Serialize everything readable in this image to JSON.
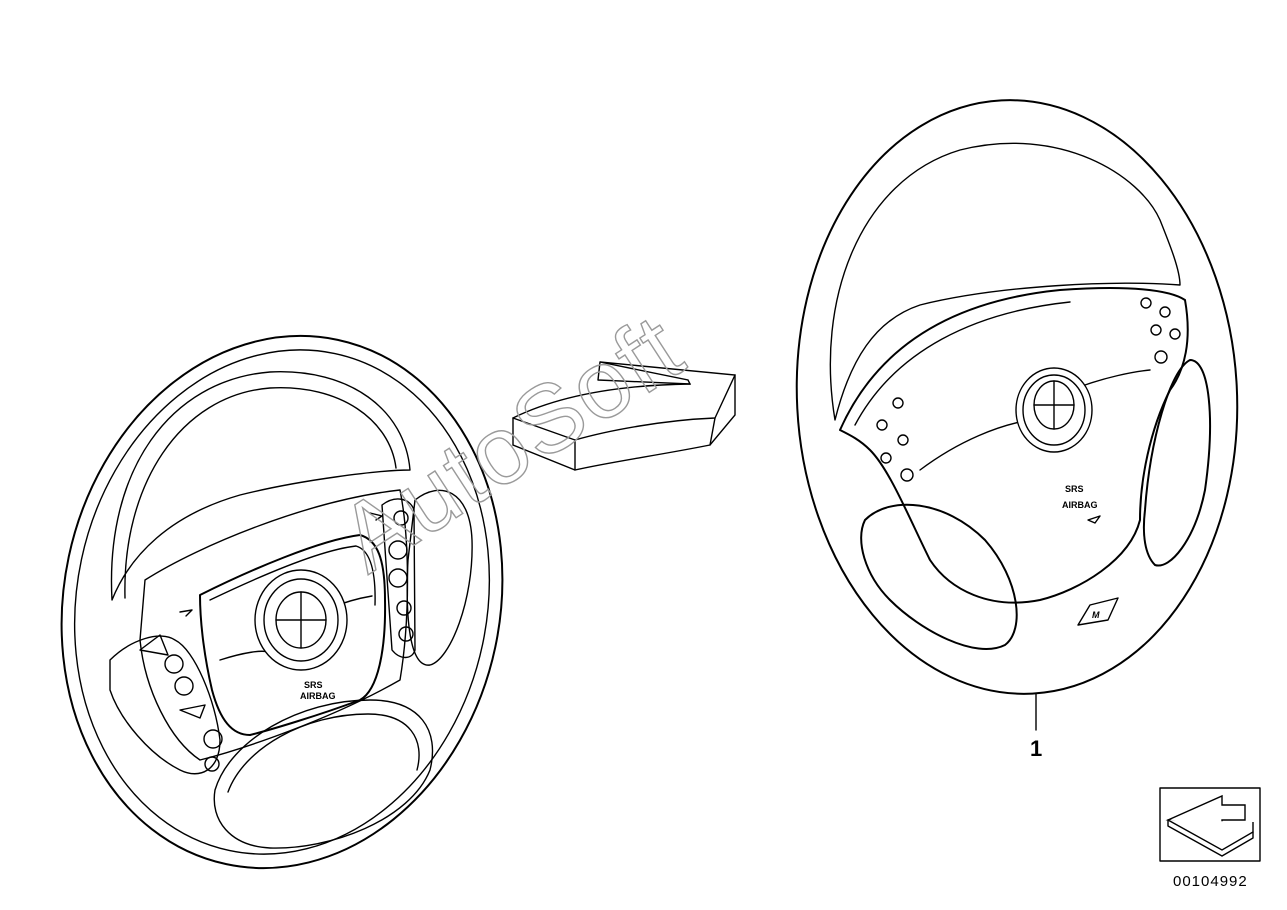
{
  "diagram": {
    "part_callout": "1",
    "diagram_id": "00104992",
    "watermark": "AutoSoft",
    "airbag_label_line1": "SRS",
    "airbag_label_line2": "AIRBAG",
    "m_badge": "M"
  }
}
